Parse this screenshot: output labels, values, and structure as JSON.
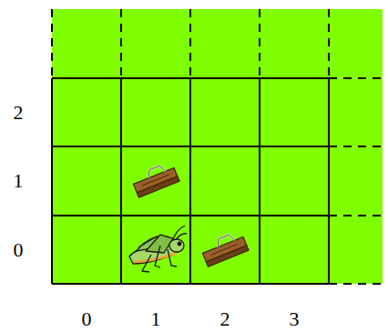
{
  "diagram": {
    "labels": [
      "2",
      "1",
      "0",
      "0",
      "1",
      "2",
      "3"
    ]
  }
}
